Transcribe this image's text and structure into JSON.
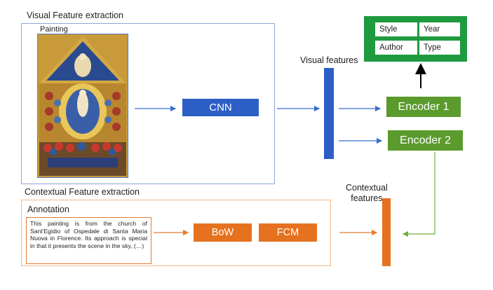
{
  "sections": {
    "visual_title": "Visual Feature extraction",
    "painting_label": "Painting",
    "contextual_title": "Contextual Feature extraction",
    "annotation_label": "Annotation"
  },
  "nodes": {
    "cnn": "CNN",
    "visual_features": "Visual features",
    "encoder1": "Encoder 1",
    "encoder2": "Encoder 2",
    "contextual_features_line1": "Contextual",
    "contextual_features_line2": "features",
    "bow": "BoW",
    "fcm": "FCM"
  },
  "attributes": [
    "Style",
    "Year",
    "Author",
    "Type"
  ],
  "annotation_text": "This painting is from the church of Sant'Egidio of Ospedale di Santa Maria Nuova in Florence. Its approach is special in that it presents the scene in the sky, (…)",
  "colors": {
    "blue": "#2c5ec6",
    "green_encoder": "#5b9a2d",
    "green_output": "#1f9a3f",
    "orange": "#e6721f"
  }
}
